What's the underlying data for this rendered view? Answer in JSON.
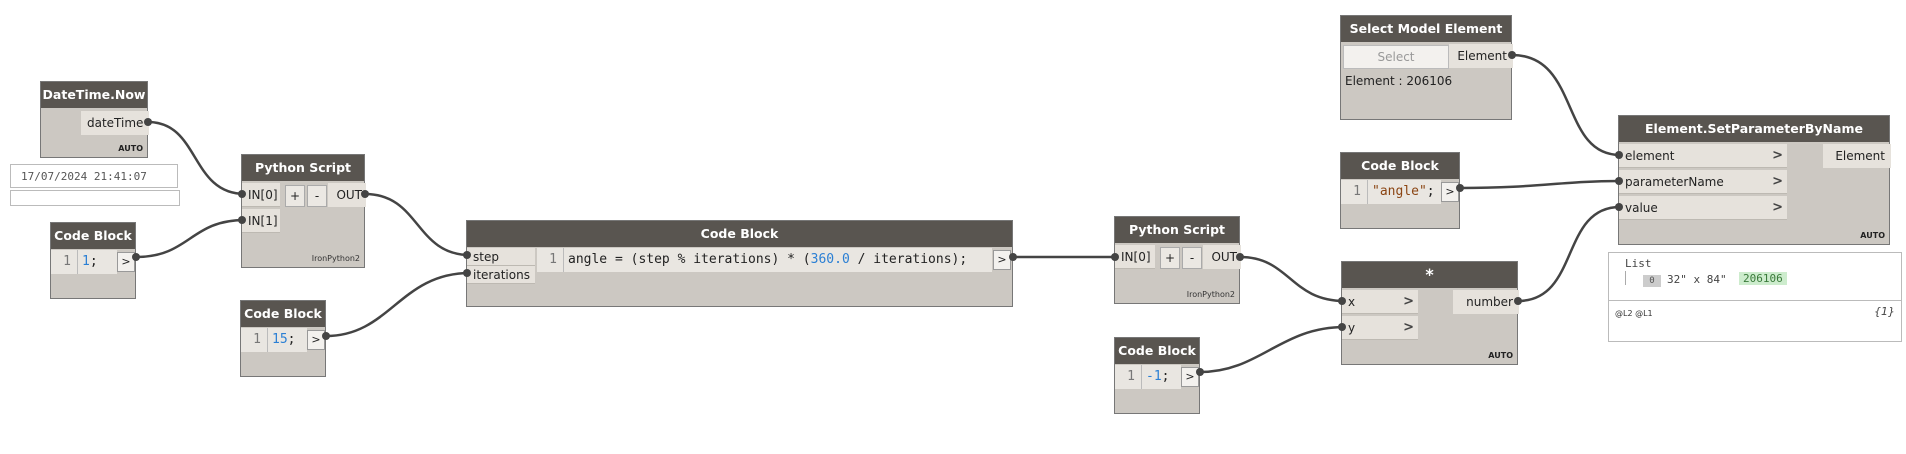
{
  "datetime_node": {
    "title": "DateTime.Now",
    "output": "dateTime",
    "badge": "AUTO",
    "preview": "17/07/2024 21:41:07"
  },
  "code_block_1": {
    "title": "Code Block",
    "line": "1",
    "code": "1",
    "suffix": ";",
    "out": ">"
  },
  "code_block_15": {
    "title": "Code Block",
    "line": "1",
    "code": "15",
    "suffix": ";",
    "out": ">"
  },
  "python_script_1": {
    "title": "Python Script",
    "in0": "IN[0]",
    "in1": "IN[1]",
    "plus": "+",
    "minus": "-",
    "out": "OUT",
    "engine": "IronPython2"
  },
  "angle_code_block": {
    "title": "Code Block",
    "in_step": "step",
    "in_iterations": "iterations",
    "line": "1",
    "out": ">",
    "code_a": "angle = (step % iterations) * (",
    "code_num": "360.0",
    "code_b": " / iterations);"
  },
  "python_script_2": {
    "title": "Python Script",
    "in0": "IN[0]",
    "plus": "+",
    "minus": "-",
    "out": "OUT",
    "engine": "IronPython2"
  },
  "code_block_neg1": {
    "title": "Code Block",
    "line": "1",
    "code": "-1",
    "suffix": ";",
    "out": ">"
  },
  "multiply_node": {
    "title": "*",
    "in_x": "x",
    "in_y": "y",
    "out": "number",
    "chev": ">",
    "badge": "AUTO"
  },
  "select_model_element": {
    "title": "Select Model Element",
    "select_label": "Select",
    "output": "Element",
    "info": "Element : 206106"
  },
  "code_block_angle": {
    "title": "Code Block",
    "line": "1",
    "code": "\"angle\"",
    "suffix": ";",
    "out": ">"
  },
  "set_parameter_node": {
    "title": "Element.SetParameterByName",
    "in_element": "element",
    "in_parameter": "parameterName",
    "in_value": "value",
    "chev": ">",
    "output": "Element",
    "badge": "AUTO"
  },
  "watch_preview": {
    "list_label": "List",
    "index": "0",
    "item_text": "32\" x 84\"",
    "item_id": "206106",
    "levels": "@L2 @L1",
    "count": "{1}"
  }
}
